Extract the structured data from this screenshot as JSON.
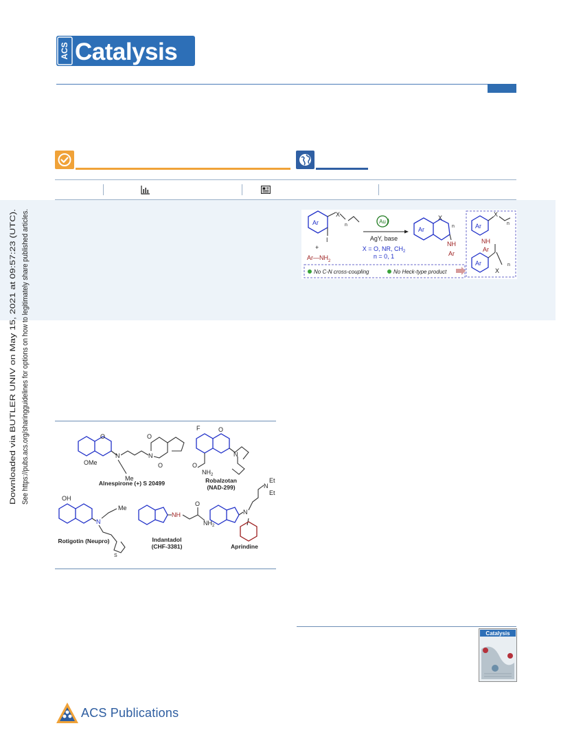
{
  "journal": {
    "brand_letters": "ACS",
    "name": "Catalysis",
    "brand_color": "#2d6fb7"
  },
  "sidebar": {
    "download_line1": "Downloaded via BUTLER UNIV on May 15, 2021 at 09:57:23 (UTC).",
    "download_line2": "See https://pubs.acs.org/sharingguidelines for options on how to legitimately share published articles."
  },
  "toc_graphic": {
    "catalyst": "Au",
    "reagents": "AgY, base",
    "scope_x": "X = O, NR, CH",
    "scope_x_sub": "2",
    "scope_n": "n = 0, 1",
    "amine": "Ar—NH",
    "amine_sub": "2",
    "plus": "+",
    "ring_label": "Ar",
    "atom_x": "X",
    "atom_i": "I",
    "atom_n": "n",
    "product_nh": "NH",
    "product_ar": "Ar",
    "note_left": "No C-N cross-coupling",
    "note_right": "No Heck-type product"
  },
  "figure": {
    "compounds": [
      {
        "name": "Alnespirone (+) S 20499",
        "substituent": "OMe",
        "atoms": [
          "O",
          "N",
          "N",
          "O",
          "O",
          "Me"
        ]
      },
      {
        "name": "Robalzotan",
        "code": "(NAD-299)",
        "atoms": [
          "F",
          "O",
          "N",
          "O",
          "NH"
        ],
        "nh2_sub": "2"
      },
      {
        "name": "Rotigotin (Neupro)",
        "atoms": [
          "OH",
          "N",
          "Me",
          "S"
        ]
      },
      {
        "name": "Indantadol",
        "code": "(CHF-3381)",
        "atoms": [
          "NH",
          "O",
          "NH"
        ],
        "nh2_sub": "2"
      },
      {
        "name": "Aprindine",
        "atoms": [
          "N",
          "N",
          "Et",
          "Et"
        ]
      }
    ]
  },
  "footer": {
    "publisher": "ACS Publications"
  },
  "cover": {
    "title": "Catalysis"
  },
  "colors": {
    "accent_orange": "#f0a238",
    "accent_blue": "#2f5fa3",
    "scaffold_blue": "#1f2fc8",
    "amine_red": "#9b1c1c",
    "panel_bg": "#edf3f9"
  }
}
